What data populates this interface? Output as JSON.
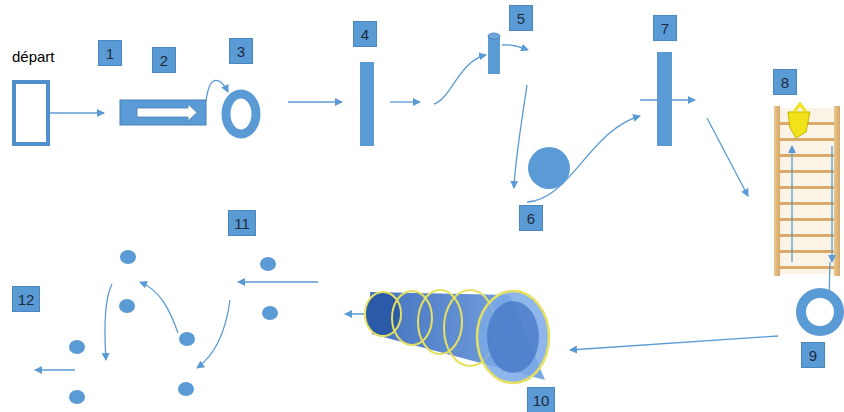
{
  "diagram": {
    "nodes": [
      {
        "text": [
          "départ"
        ]
      },
      {
        "text": [
          "1"
        ]
      },
      {
        "text": [
          "2"
        ]
      },
      {
        "text": [
          "3"
        ]
      },
      {
        "text": [
          "4"
        ]
      },
      {
        "text": [
          "5"
        ]
      },
      {
        "text": [
          "6"
        ]
      },
      {
        "text": [
          "7"
        ]
      },
      {
        "text": [
          "8"
        ]
      },
      {
        "text": [
          "9"
        ]
      },
      {
        "text": [
          "10"
        ]
      },
      {
        "text": [
          "11"
        ]
      },
      {
        "text": [
          "12"
        ]
      }
    ]
  }
}
